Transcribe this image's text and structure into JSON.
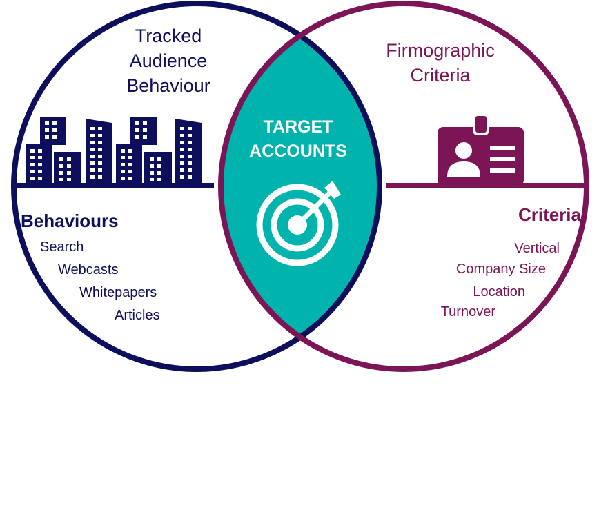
{
  "colors": {
    "navy": "#0d0f5c",
    "plum": "#7b1555",
    "teal": "#00b3ad",
    "white": "#ffffff"
  },
  "left_circle": {
    "title_lines": [
      "Tracked",
      "Audience",
      "Behaviour"
    ],
    "icon": "city-buildings-icon",
    "section_heading": "Behaviours",
    "items": [
      "Search",
      "Webcasts",
      "Whitepapers",
      "Articles"
    ]
  },
  "center": {
    "title_lines": [
      "TARGET",
      "ACCOUNTS"
    ],
    "icon": "target-arrow-icon"
  },
  "right_circle": {
    "title_lines": [
      "Firmographic",
      "Criteria"
    ],
    "icon": "id-badge-icon",
    "section_heading": "Criteria",
    "items": [
      "Vertical",
      "Company Size",
      "Location",
      "Turnover"
    ]
  }
}
